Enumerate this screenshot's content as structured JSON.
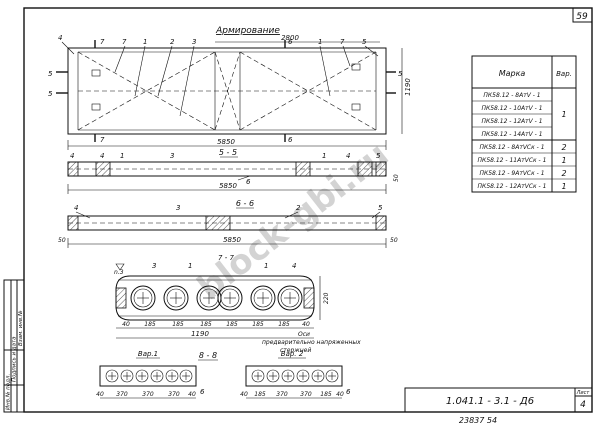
{
  "page_number": "59",
  "sheet_number": "4",
  "sheet_label": "Лист",
  "doc_code": "1.041.1 - 3.1 - Д6",
  "inv_number": "23837  54",
  "watermark": "block-gbi.ru",
  "stamp_column": {
    "col1": "Инв.№ подл.",
    "col2": "Подпись и дата",
    "col3": "Взам. инв.№"
  },
  "top_view": {
    "title": "Армирование",
    "dim_total": "5850",
    "dim_inner": "2800",
    "dim_height": "1190",
    "section_5": "5",
    "section_6": "6",
    "section_7": "7",
    "callout_1": "1",
    "callout_2": "2",
    "callout_3": "3",
    "callout_4": "4",
    "callout_5": "5",
    "callout_7": "7"
  },
  "section_55": {
    "title": "5 - 5",
    "dim_length": "5850",
    "callout_1": "1",
    "callout_3": "3",
    "callout_4": "4",
    "callout_5": "5",
    "callout_6": "6",
    "dim_end": "50"
  },
  "section_66": {
    "title": "6 - 6",
    "dim_length": "5850",
    "callout_2": "2",
    "callout_3": "3",
    "callout_4": "4",
    "callout_5": "5",
    "dim_left": "50",
    "dim_right": "50"
  },
  "section_77": {
    "title": "7 - 7",
    "level_mark": "n.3",
    "callout_1": "1",
    "callout_3": "3",
    "callout_4": "4",
    "dim_height": "220",
    "dim_total": "1190",
    "dims": [
      "40",
      "185",
      "185",
      "185",
      "185",
      "185",
      "185",
      "40"
    ],
    "axis_label_1": "Оси",
    "axis_label_2": "предварительно напряженных",
    "axis_label_3": "стержней"
  },
  "variant_1": {
    "title": "Вар.1",
    "dims": [
      "40",
      "370",
      "370",
      "370",
      "40"
    ],
    "callout": "6"
  },
  "section_88": {
    "title": "8 - 8"
  },
  "variant_2": {
    "title": "Вар. 2",
    "dims": [
      "40",
      "185",
      "370",
      "370",
      "185",
      "40"
    ],
    "callout": "6"
  },
  "marks_table": {
    "col_mark": "Марка",
    "col_var": "Вар.",
    "rows": [
      {
        "mark": "ПК58.12 - 8АтV - 1",
        "var": ""
      },
      {
        "mark": "ПК58.12 - 10АтV - 1",
        "var": "1"
      },
      {
        "mark": "ПК58.12 - 12АтV - 1",
        "var": ""
      },
      {
        "mark": "ПК58.12 - 14АтV - 1",
        "var": ""
      },
      {
        "mark": "ПК58.12 - 8АтVСк - 1",
        "var": "2"
      },
      {
        "mark": "ПК58.12 - 11АтVСк - 1",
        "var": "1"
      },
      {
        "mark": "ПК58.12 - 9АтVСк - 1",
        "var": "2"
      },
      {
        "mark": "ПК58.12 - 12АтVСк - 1",
        "var": "1"
      }
    ]
  }
}
